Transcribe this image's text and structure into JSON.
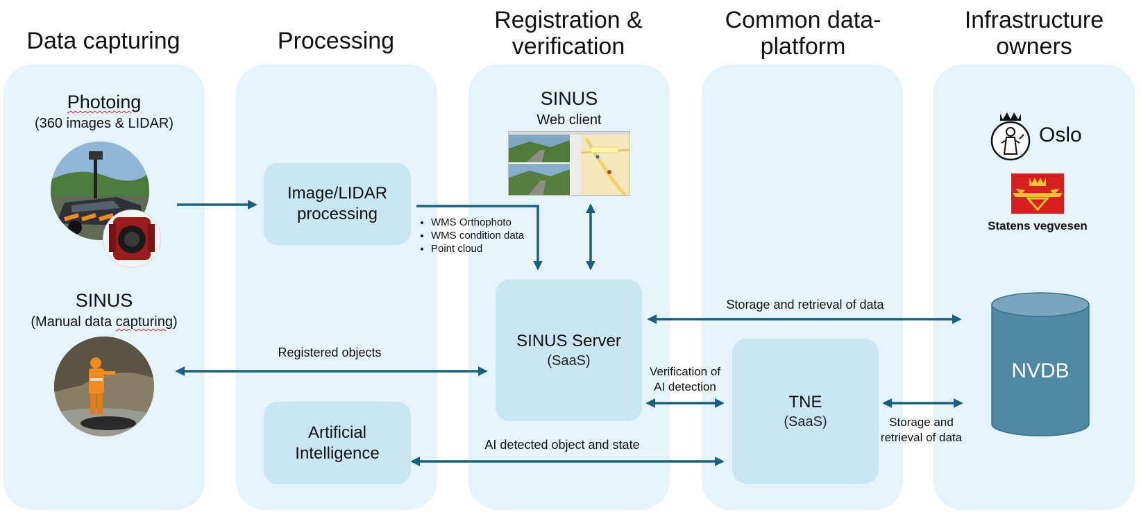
{
  "columns": [
    {
      "title": "Data capturing"
    },
    {
      "title": "Processing"
    },
    {
      "title": "Registration &\nverification"
    },
    {
      "title": "Common data-\nplatform"
    },
    {
      "title": "Infrastructure\nowners"
    }
  ],
  "capture": {
    "photoing_title": "Photoing",
    "photoing_sub": "(360 images & LIDAR)",
    "sinus_title": "SINUS",
    "sinus_sub_prefix": "(Manual data ",
    "sinus_sub_wavy": "capturing",
    "sinus_sub_suffix": ")"
  },
  "processing": {
    "image_box": "Image/LIDAR\nprocessing",
    "ai_box": "Artificial\nIntelligence",
    "outputs": [
      "WMS Orthophoto",
      "WMS condition data",
      "Point cloud"
    ]
  },
  "registration": {
    "web_title": "SINUS",
    "web_sub": "Web client",
    "server_title": "SINUS Server",
    "server_sub": "(SaaS)"
  },
  "platform": {
    "tne_title": "TNE",
    "tne_sub": "(SaaS)"
  },
  "owners": {
    "oslo": "Oslo",
    "svv": "Statens vegvesen",
    "nvdb": "NVDB"
  },
  "flows": {
    "registered_objects": "Registered objects",
    "storage_top": "Storage and retrieval of data",
    "verification": "Verification of\nAI detection",
    "ai_detected": "AI detected object and state",
    "storage_right": "Storage and\nretrieval of data"
  },
  "colors": {
    "lane": "#e5f3fa",
    "box": "#c9e6f3",
    "arrow": "#1b5f7e",
    "nvdb": "#4f88a3",
    "svv_red": "#d71f1f",
    "svv_gold": "#f2c230"
  }
}
